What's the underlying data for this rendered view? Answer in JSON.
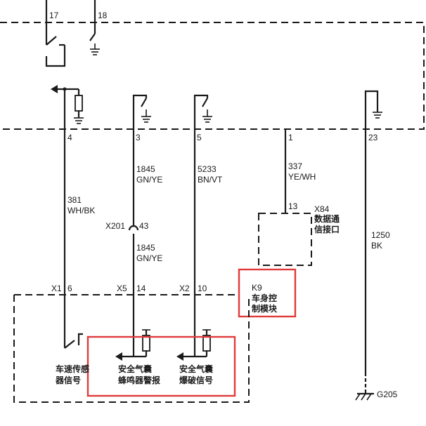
{
  "top_pins": {
    "p17": "17",
    "p18": "18"
  },
  "module_pins": {
    "p4": "4",
    "p3": "3",
    "p5": "5",
    "p1": "1",
    "p23": "23"
  },
  "wires": {
    "w381": {
      "num": "381",
      "color": "WH/BK"
    },
    "w1845a": {
      "num": "1845",
      "color": "GN/YE"
    },
    "w5233": {
      "num": "5233",
      "color": "BN/VT"
    },
    "w337": {
      "num": "337",
      "color": "YE/WH"
    },
    "w1845b": {
      "num": "1845",
      "color": "GN/YE"
    },
    "w1250": {
      "num": "1250",
      "color": "BK"
    }
  },
  "x201": {
    "name": "X201",
    "pin": "43"
  },
  "x84": {
    "pin": "13",
    "name": "X84",
    "desc_line1": "数据通",
    "desc_line2": "信接口"
  },
  "k9": {
    "name": "K9",
    "desc_line1": "车身控",
    "desc_line2": "制模块"
  },
  "connectors": {
    "x1": {
      "name": "X1",
      "pin": "6"
    },
    "x5": {
      "name": "X5",
      "pin": "14"
    },
    "x2": {
      "name": "X2",
      "pin": "10"
    }
  },
  "signals": {
    "speed": {
      "line1": "车速传感",
      "line2": "器信号"
    },
    "buzzer": {
      "line1": "安全气囊",
      "line2": "蜂鸣器警报"
    },
    "deploy": {
      "line1": "安全气囊",
      "line2": "爆破信号"
    }
  },
  "ground": {
    "name": "G205"
  },
  "colors": {
    "line": "#1a1a1a",
    "highlight": "#e03a3a",
    "background": "#ffffff"
  }
}
